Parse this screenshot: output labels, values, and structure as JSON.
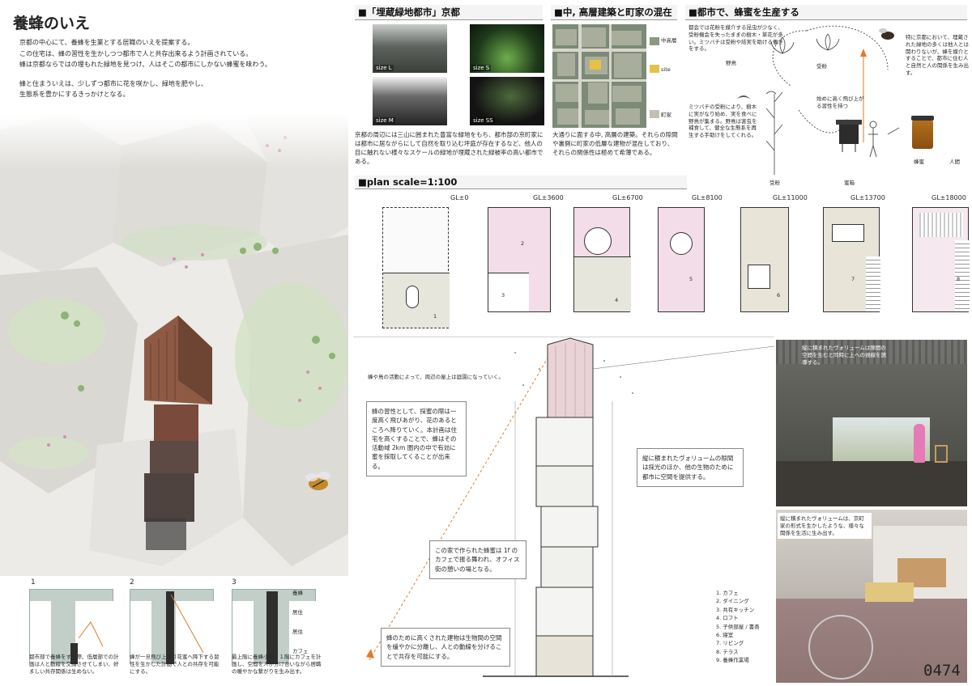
{
  "title": "養蜂のいえ",
  "intro": {
    "p1": [
      "京都の中心にて、養蜂を生業とする居職のいえを提案する。",
      "この住宅は、蜂の習性を生かしつつ都市で人と共存出来るよう計画されている。",
      "蜂は京都ならではの埋もれた緑地を見つけ、人はそこの都市にしかない蜂蜜を味わう。"
    ],
    "p2": [
      "蜂と住まういえは、少しずつ都市に花を咲かし、緑地を肥やし、",
      "生態系を豊かにするきっかけとなる。"
    ]
  },
  "steps": [
    {
      "num": "1",
      "caption": "都市部で養蜂をする際、低層部での計画は人と動線を交錯させてしまい、好ましい共存関係は生めない。"
    },
    {
      "num": "2",
      "caption": "蜂が一旦飛び上がり花蜜へ降下する習性を生かした計画で人との共存を可能にする。"
    },
    {
      "num": "3",
      "caption": "最上階に養蜂小屋、１階にカフェを計画し、空間を人が分け合いながら居職の暖やかな繋がりを生み出す。",
      "labels": [
        "養蜂",
        "居住",
        "居住",
        "カフェ"
      ]
    }
  ],
  "section1": {
    "header": "■「埋蔵緑地都市」京都",
    "photos": [
      "size L",
      "size S",
      "size M",
      "size SS"
    ],
    "text": "京都の周辺には三山に囲まれた豊富な緑地をもち、都市部の京町家には都市に居ながらにして自然を取り込む坪庭が存在するなど、他人の目に触れない様々なスケールの緑地が埋蔵された緑被率の高い都市である。"
  },
  "section2": {
    "header": "■中, 高層建築と町家の混在",
    "legend": [
      "中高層",
      "site",
      "町家"
    ],
    "text": "大通りに面する中, 高層の建築。それらの隙間や裏側に町家の低層な建物が混在しており、それらの関係性は極めて希薄である。"
  },
  "section3": {
    "header": "■都市で、蜂蜜を生産する",
    "text_top": "都会では花粉を媒介する昆虫が少なく、受粉機会を失ったままの樹木・草花が多い。ミツバチは受粉や結実を助ける働きをする。",
    "bird": "野鳥",
    "pollination": "受粉",
    "flight": "始めに高く飛び上がる習性を持つ",
    "mid_text": "ミツバチの受粉により、樹木に実がなり始め、実を食べに野鳥が集まる。野鳥は害虫を補食して、健全な生態系を再生する手助けをしてくれる。",
    "label_pollen": "受粉",
    "label_hive": "蜜箱",
    "label_honey": "蜂蜜",
    "label_human": "人間",
    "text_right": "特に京都において、埋蔵された緑地の多くは他人とは関わりないが、蜂を媒介とすることで、都市に住む人と自然と人の関係を生み出す。"
  },
  "plans": {
    "header": "■plan scale=1:100",
    "levels": [
      "GL±0",
      "GL±3600",
      "GL±6700",
      "GL±8100",
      "GL±11000",
      "GL±13700",
      "GL±18000"
    ],
    "room_nums": [
      "1",
      "2",
      "3",
      "4",
      "5",
      "6",
      "7",
      "8"
    ]
  },
  "section_texts": {
    "top": "蜂や鳥の活動によって、周辺の屋上は庭園になっていく。",
    "left1": "蜂の習性として、採蜜の際は一度高く飛びあがり、花のあるところへ降りていく。本計画は住宅を高くすることで、蜂はその活動域 2km 圏内の中で有効に蜜を採取してくることが出来る。",
    "right1": "縦に積まれたヴォリュームの隙間は採光のほか、他の生物のために都市に空間を提供する。",
    "cafe": "この家で作られた蜂蜜は 1f のカフェで振る舞われ、オフィス街の憩いの場となる。",
    "bottom": "蜂のために高くされた建物は生物間の空間を緩やかに分離し、人との動線を分けることで共存を可能にする。",
    "photo_caption1": "縦に積まれたヴォリュームは隙間の空間を生むと同時に上への視線を誘導する。",
    "photo_caption2": "縦に積まれたヴォリュームは、京町家の形式を生かしたような、様々な関係を生活に生み出す。"
  },
  "room_list": [
    "1. カフェ",
    "2. ダイニング",
    "3. 共有キッチン",
    "4. ロフト",
    "5. 子供部屋 / 書斎",
    "6. 寝室",
    "7. リビング",
    "8. テラス",
    "9. 養蜂作業場"
  ],
  "number": "0474"
}
